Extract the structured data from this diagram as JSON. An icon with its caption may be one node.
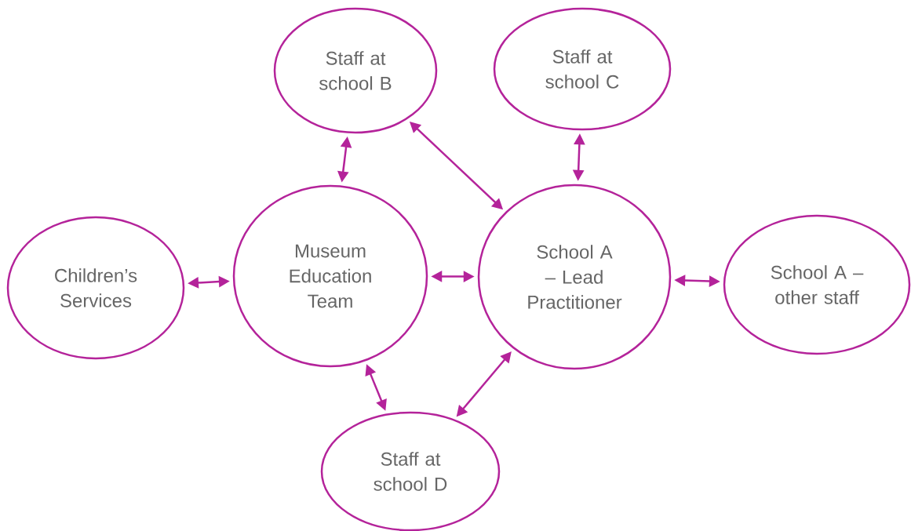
{
  "diagram": {
    "nodes": [
      {
        "text": [
          "Staff at school B"
        ]
      },
      {
        "text": [
          "Staff at school C"
        ]
      },
      {
        "text": [
          "Children’s Services"
        ]
      },
      {
        "text": [
          "Museum Education Team"
        ]
      },
      {
        "text": [
          "School A – Lead Practitioner"
        ]
      },
      {
        "text": [
          "School A – other staff"
        ]
      },
      {
        "text": [
          "Staff at school D"
        ]
      }
    ],
    "edges": [
      {
        "from": 3,
        "to": 0,
        "arrow": "both"
      },
      {
        "from": 0,
        "to": 4,
        "arrow": "both"
      },
      {
        "from": 4,
        "to": 1,
        "arrow": "both"
      },
      {
        "from": 2,
        "to": 3,
        "arrow": "both"
      },
      {
        "from": 3,
        "to": 4,
        "arrow": "both"
      },
      {
        "from": 4,
        "to": 5,
        "arrow": "both"
      },
      {
        "from": 3,
        "to": 6,
        "arrow": "both"
      },
      {
        "from": 6,
        "to": 4,
        "arrow": "both"
      }
    ]
  }
}
